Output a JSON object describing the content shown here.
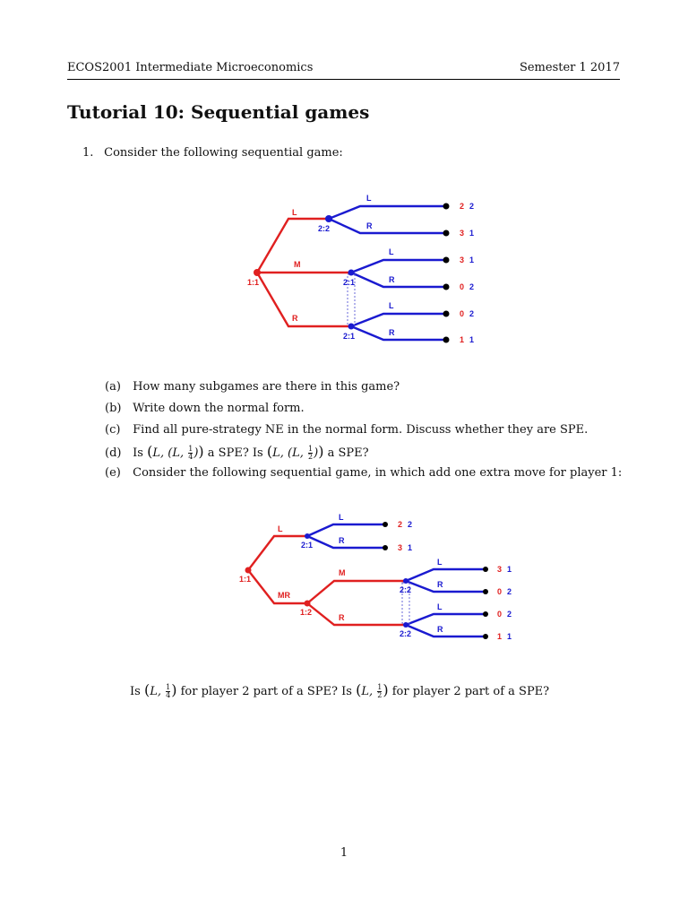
{
  "header": {
    "course": "ECOS2001 Intermediate Microeconomics",
    "semester": "Semester 1 2017"
  },
  "title": "Tutorial 10: Sequential games",
  "question1": {
    "number": "1.",
    "text": "Consider the following sequential game:"
  },
  "colors": {
    "player1": "#e02020",
    "player2": "#1a1ad0",
    "terminal": "#000000",
    "info_set": "#6a6ad8"
  },
  "tree1": {
    "nodes": {
      "root": "1:1",
      "n1": "2:2",
      "n2": "2:1",
      "n3": "2:1"
    },
    "moves": {
      "p1": [
        "L",
        "M",
        "R"
      ],
      "n1": [
        "L",
        "R"
      ],
      "n2": [
        "L",
        "R"
      ],
      "n3": [
        "L",
        "R"
      ]
    },
    "payoffs": [
      [
        "2",
        "2"
      ],
      [
        "3",
        "1"
      ],
      [
        "3",
        "1"
      ],
      [
        "0",
        "2"
      ],
      [
        "0",
        "2"
      ],
      [
        "1",
        "1"
      ]
    ]
  },
  "parts": {
    "a": {
      "label": "(a)",
      "text": "How many subgames are there in this game?"
    },
    "b": {
      "label": "(b)",
      "text": "Write down the normal form."
    },
    "c": {
      "label": "(c)",
      "text": "Find all pure-strategy NE in the normal form. Discuss whether they are SPE."
    },
    "d": {
      "label": "(d)",
      "is1": "Is",
      "is2": "a SPE? Is",
      "end": "a SPE?",
      "L": "L",
      "num": "1",
      "den1": "4",
      "den2": "2"
    },
    "e": {
      "label": "(e)",
      "text": "Consider the following sequential game, in which add one extra move for player 1:"
    }
  },
  "tree2": {
    "nodes": {
      "root": "1:1",
      "n1": "2:1",
      "n2": "1:2",
      "n3": "2:2",
      "n4": "2:2"
    },
    "moves": {
      "p1": [
        "L",
        "MR"
      ],
      "n1": [
        "L",
        "R"
      ],
      "n2": [
        "M",
        "R"
      ],
      "n3": [
        "L",
        "R"
      ],
      "n4": [
        "L",
        "R"
      ]
    },
    "payoffs": [
      [
        "2",
        "2"
      ],
      [
        "3",
        "1"
      ],
      [
        "3",
        "1"
      ],
      [
        "0",
        "2"
      ],
      [
        "0",
        "2"
      ],
      [
        "1",
        "1"
      ]
    ]
  },
  "closing": {
    "is1": "Is",
    "mid": "for player 2 part of a SPE? Is",
    "end": "for player 2 part of a SPE?",
    "L": "L",
    "num": "1",
    "den1": "4",
    "den2": "2"
  },
  "page_number": "1"
}
